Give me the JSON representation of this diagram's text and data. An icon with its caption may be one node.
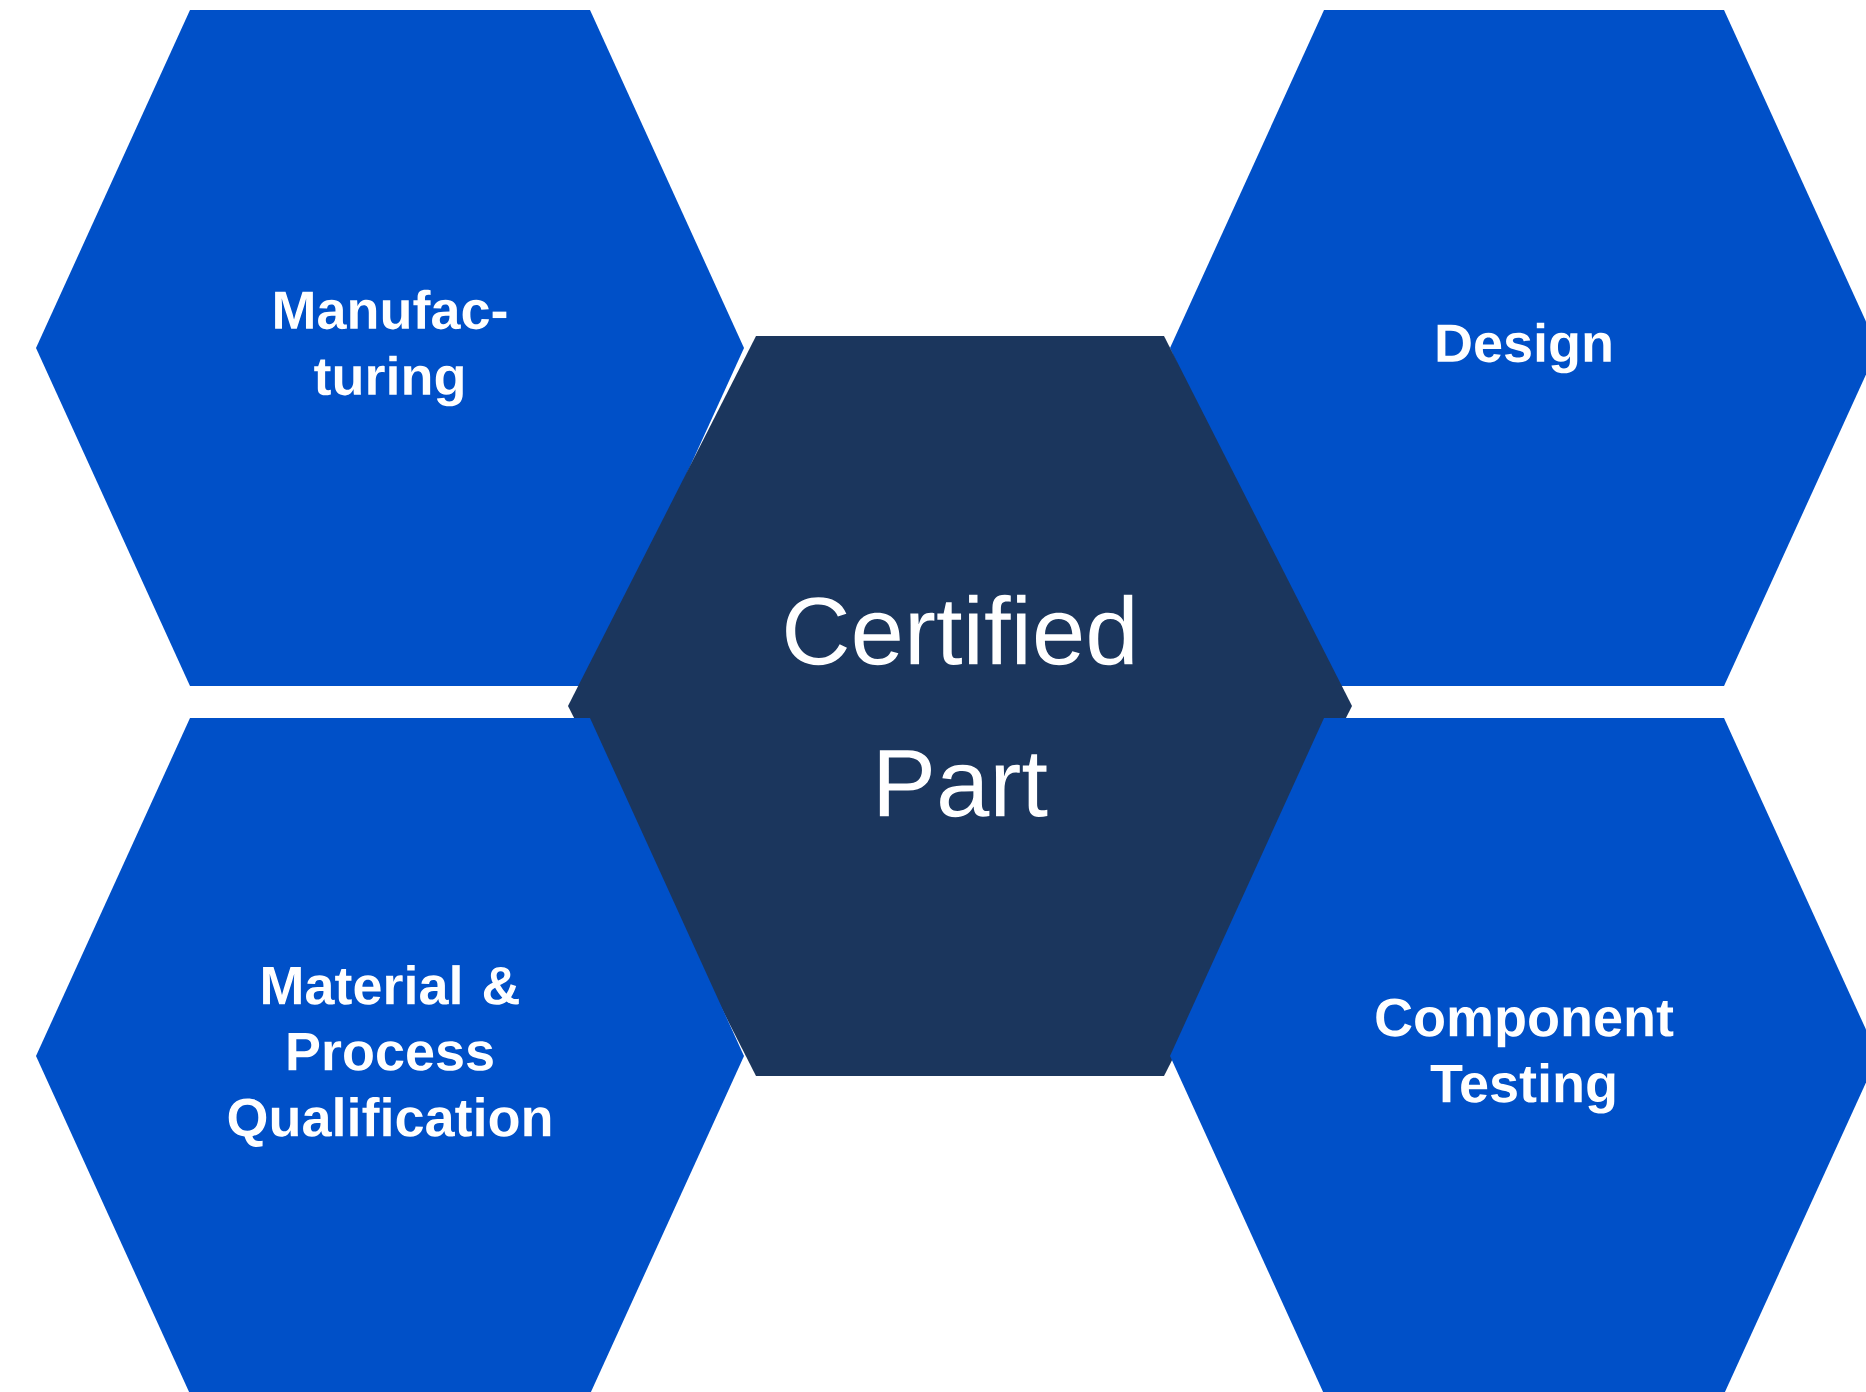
{
  "diagram": {
    "nodes": [
      {
        "text": [
          "Manufac- turing"
        ]
      },
      {
        "text": [
          "Design"
        ]
      },
      {
        "text": [
          "Certified Part"
        ]
      },
      {
        "text": [
          "Material & Process Qualification"
        ]
      },
      {
        "text": [
          "Component Testing"
        ]
      }
    ]
  }
}
